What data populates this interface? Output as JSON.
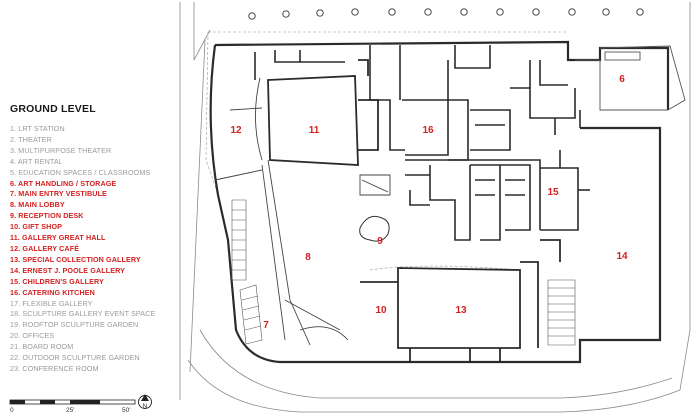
{
  "legend": {
    "title": "GROUND LEVEL",
    "items": [
      {
        "label": "1. LRT STATION",
        "active": false
      },
      {
        "label": "2. THEATER",
        "active": false
      },
      {
        "label": "3. MULTIPURPOSE THEATER",
        "active": false
      },
      {
        "label": "4. ART RENTAL",
        "active": false
      },
      {
        "label": "5. EDUCATION SPACES / CLASSROOMS",
        "active": false
      },
      {
        "label": "6. ART HANDLING / STORAGE",
        "active": true
      },
      {
        "label": "7. MAIN ENTRY VESTIBULE",
        "active": true
      },
      {
        "label": "8. MAIN LOBBY",
        "active": true
      },
      {
        "label": "9. RECEPTION DESK",
        "active": true
      },
      {
        "label": "10. GIFT SHOP",
        "active": true
      },
      {
        "label": "11. GALLERY GREAT HALL",
        "active": true
      },
      {
        "label": "12. GALLERY CAFÉ",
        "active": true
      },
      {
        "label": "13. SPECIAL COLLECTION GALLERY",
        "active": true
      },
      {
        "label": "14. ERNEST J. POOLE GALLERY",
        "active": true
      },
      {
        "label": "15. CHILDREN'S GALLERY",
        "active": true
      },
      {
        "label": "16. CATERING KITCHEN",
        "active": true
      },
      {
        "label": "17. FLEXIBLE GALLERY",
        "active": false
      },
      {
        "label": "18. SCULPTURE GALLERY EVENT SPACE",
        "active": false
      },
      {
        "label": "19. ROOFTOP SCULPTURE GARDEN",
        "active": false
      },
      {
        "label": "20. OFFICES",
        "active": false
      },
      {
        "label": "21. BOARD ROOM",
        "active": false
      },
      {
        "label": "22. OUTDOOR SCULPTURE GARDEN",
        "active": false
      },
      {
        "label": "23. CONFERENCE ROOM",
        "active": false
      }
    ]
  },
  "plan": {
    "room_numbers": [
      "6",
      "7",
      "8",
      "9",
      "10",
      "11",
      "12",
      "13",
      "14",
      "15",
      "16"
    ],
    "label_color": "#d42020",
    "wall_color": "#2b2b2b",
    "thin_line_color": "#7a7a7a"
  },
  "scale_bar": {
    "labels": [
      "0",
      "25'",
      "50'"
    ],
    "north_label": "N"
  }
}
